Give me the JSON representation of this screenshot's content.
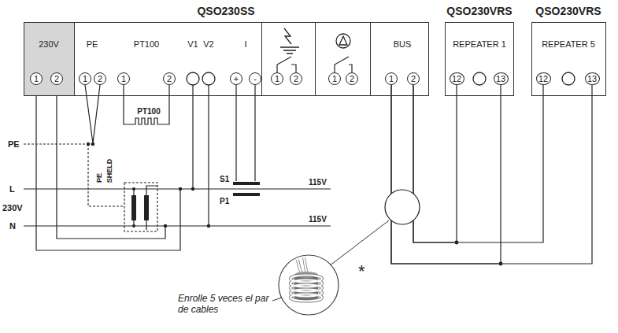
{
  "diagram": {
    "nodes": [
      {
        "text": [
          "QSO230SS"
        ]
      },
      {
        "text": [
          "230V"
        ],
        "in": 0
      },
      {
        "text": [
          "1"
        ],
        "in": 1
      },
      {
        "text": [
          "2"
        ],
        "in": 1
      },
      {
        "text": [
          "PE"
        ],
        "in": 0
      },
      {
        "text": [
          "1"
        ],
        "in": 4
      },
      {
        "text": [
          "2"
        ],
        "in": 4
      },
      {
        "text": [
          "PT100"
        ],
        "in": 0
      },
      {
        "text": [
          "1"
        ],
        "in": 7
      },
      {
        "text": [
          "2"
        ],
        "in": 7
      },
      {
        "text": [
          "V1",
          "V2"
        ],
        "in": 0
      },
      {
        "text": [
          "I"
        ],
        "in": 0
      },
      {
        "text": [
          "+"
        ],
        "in": 11
      },
      {
        "text": [
          "-"
        ],
        "in": 11
      },
      {
        "text": [],
        "in": 0
      },
      {
        "text": [
          "1"
        ],
        "in": 14
      },
      {
        "text": [
          "2"
        ],
        "in": 14
      },
      {
        "text": [],
        "in": 0
      },
      {
        "text": [
          "1"
        ],
        "in": 17
      },
      {
        "text": [
          "2"
        ],
        "in": 17
      },
      {
        "text": [
          "BUS"
        ],
        "in": 0
      },
      {
        "text": [
          "1"
        ],
        "in": 20
      },
      {
        "text": [
          "2"
        ],
        "in": 20
      },
      {
        "text": [
          "QSO230VRS",
          "REPEATER 1"
        ]
      },
      {
        "text": [
          "12"
        ],
        "in": 23
      },
      {
        "text": [
          "13"
        ],
        "in": 23
      },
      {
        "text": [
          "QSO230VRS",
          "REPEATER 5"
        ]
      },
      {
        "text": [
          "12"
        ],
        "in": 26
      },
      {
        "text": [
          "13"
        ],
        "in": 26
      }
    ],
    "edges": [
      {
        "from": 21,
        "to": 25,
        "arrow": "none"
      },
      {
        "from": 21,
        "to": 28,
        "arrow": "none"
      },
      {
        "from": 22,
        "to": 24,
        "arrow": "none"
      },
      {
        "from": 22,
        "to": 27,
        "arrow": "none"
      }
    ],
    "labels": [
      "PE",
      "PE",
      "SHELD",
      "L",
      "230V",
      "N",
      "PT100",
      "S1",
      "P1",
      "115V",
      "115V",
      "*",
      "Enrolle 5 veces el par de cables"
    ]
  }
}
